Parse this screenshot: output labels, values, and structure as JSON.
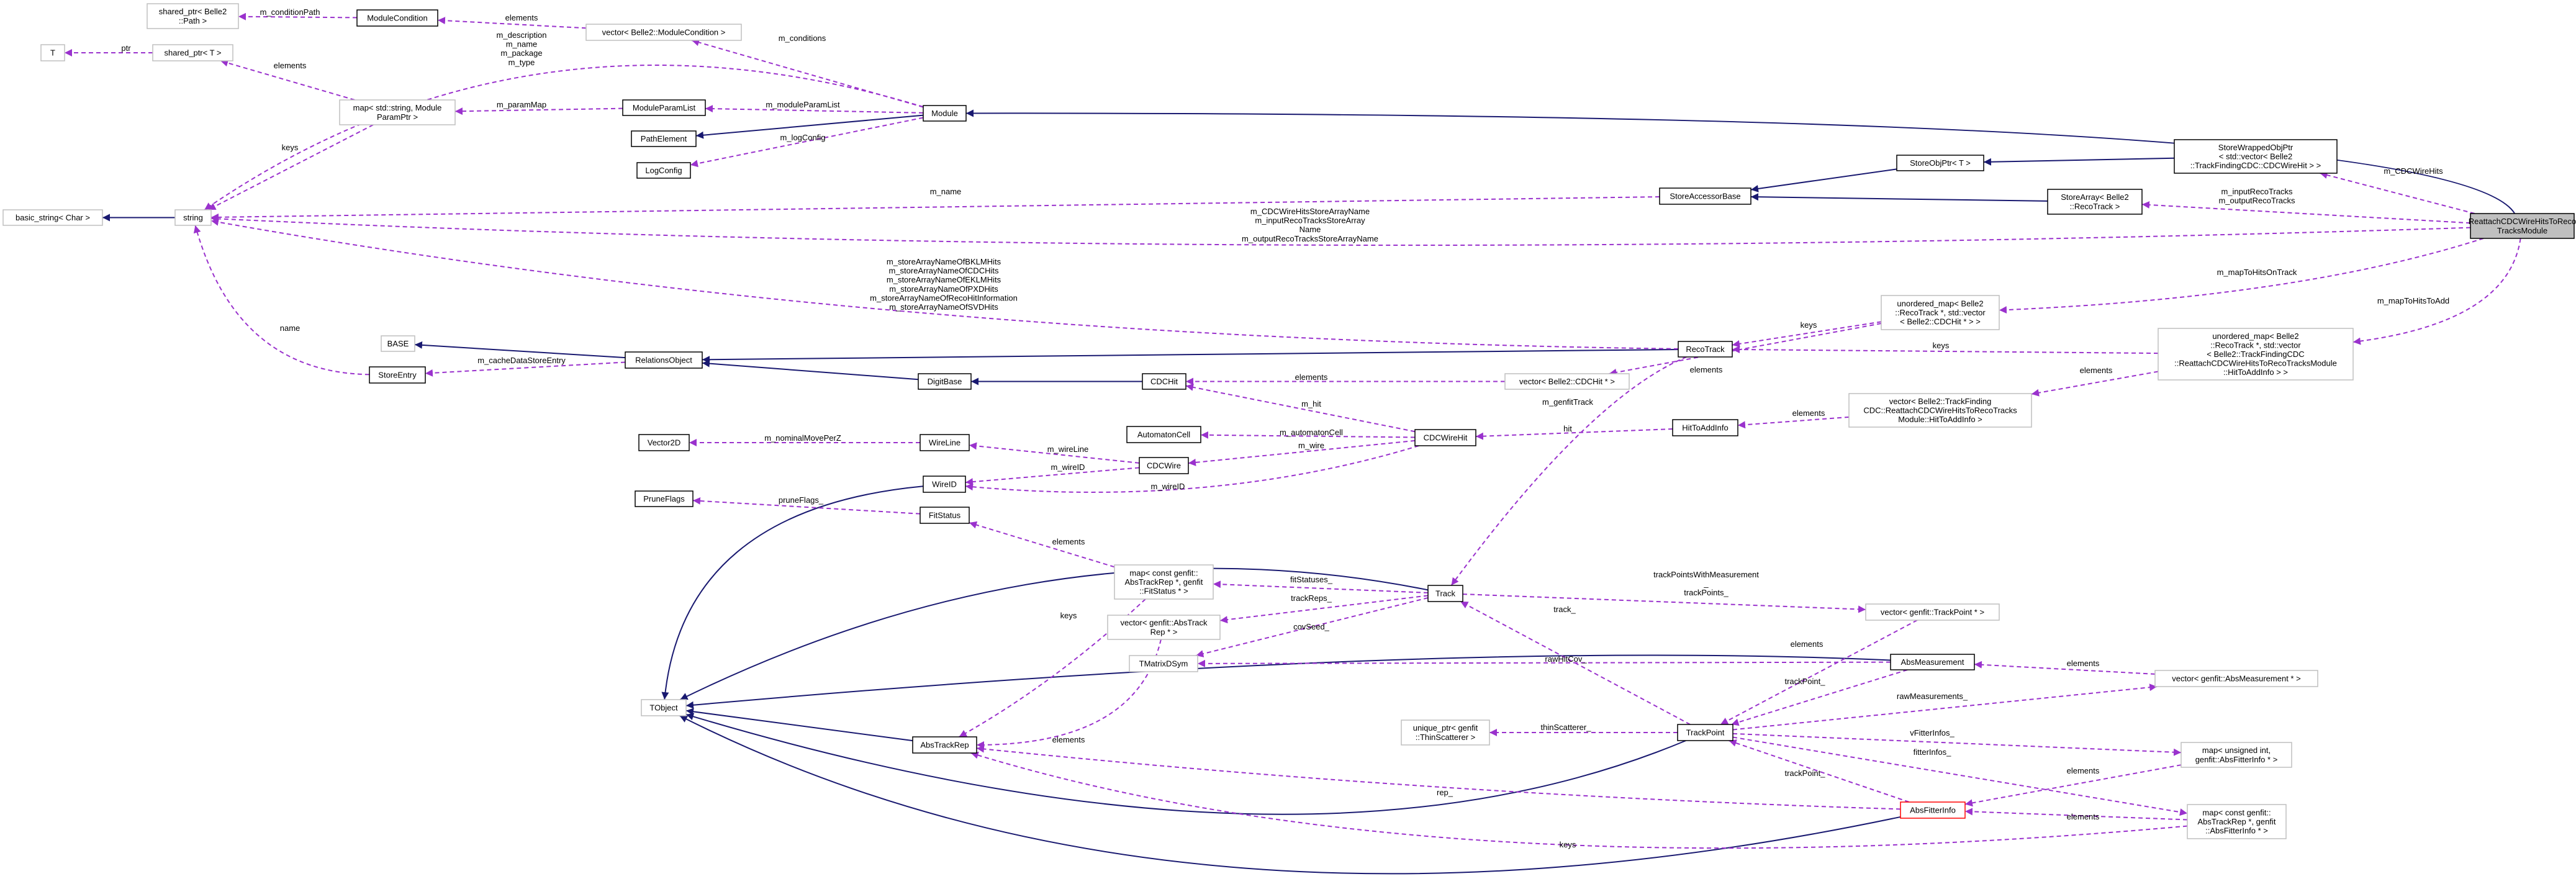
{
  "colors": {
    "inheritance_edge": "#191970",
    "usage_edge": "#9a32cd",
    "documented_border": "#000000",
    "undocumented_border": "#bfbfbf",
    "focus_fill": "#bfbfbf",
    "incomplete_border": "#ff0000"
  },
  "nodes": [
    {
      "lines": [
        "shared_ptr< Belle2",
        "::Path >"
      ],
      "style": "undocumented"
    },
    {
      "lines": [
        "ModuleCondition"
      ],
      "style": "documented"
    },
    {
      "lines": [
        "vector< Belle2::ModuleCondition >"
      ],
      "style": "undocumented"
    },
    {
      "lines": [
        "T"
      ],
      "style": "undocumented"
    },
    {
      "lines": [
        "shared_ptr< T >"
      ],
      "style": "undocumented"
    },
    {
      "lines": [
        "map< std::string, Module",
        "ParamPtr >"
      ],
      "style": "undocumented"
    },
    {
      "lines": [
        "ModuleParamList"
      ],
      "style": "documented"
    },
    {
      "lines": [
        "PathElement"
      ],
      "style": "documented"
    },
    {
      "lines": [
        "LogConfig"
      ],
      "style": "documented"
    },
    {
      "lines": [
        "basic_string< Char >"
      ],
      "style": "undocumented"
    },
    {
      "lines": [
        "string"
      ],
      "style": "undocumented"
    },
    {
      "lines": [
        "BASE"
      ],
      "style": "undocumented"
    },
    {
      "lines": [
        "Module"
      ],
      "style": "documented"
    },
    {
      "lines": [
        "StoreAccessorBase"
      ],
      "style": "documented"
    },
    {
      "lines": [
        "StoreObjPtr< T >"
      ],
      "style": "documented"
    },
    {
      "lines": [
        "StoreWrappedObjPtr",
        "< std::vector< Belle2",
        "::TrackFindingCDC::CDCWireHit > >"
      ],
      "style": "documented"
    },
    {
      "lines": [
        "StoreArray< Belle2",
        "::RecoTrack >"
      ],
      "style": "documented"
    },
    {
      "lines": [
        "ReattachCDCWireHitsToReco",
        "TracksModule"
      ],
      "style": "focus"
    },
    {
      "lines": [
        "RelationsObject"
      ],
      "style": "documented"
    },
    {
      "lines": [
        "StoreEntry"
      ],
      "style": "documented"
    },
    {
      "lines": [
        "RecoTrack"
      ],
      "style": "documented"
    },
    {
      "lines": [
        "unordered_map< Belle2",
        "::RecoTrack *, std::vector",
        "< Belle2::CDCHit * > >"
      ],
      "style": "undocumented"
    },
    {
      "lines": [
        "unordered_map< Belle2",
        "::RecoTrack *, std::vector",
        "< Belle2::TrackFindingCDC",
        "::ReattachCDCWireHitsToRecoTracksModule",
        "::HitToAddInfo > >"
      ],
      "style": "undocumented"
    },
    {
      "lines": [
        "vector< Belle2::TrackFinding",
        "CDC::ReattachCDCWireHitsToRecoTracks",
        "Module::HitToAddInfo >"
      ],
      "style": "undocumented"
    },
    {
      "lines": [
        "DigitBase"
      ],
      "style": "documented"
    },
    {
      "lines": [
        "CDCHit"
      ],
      "style": "documented"
    },
    {
      "lines": [
        "vector< Belle2::CDCHit * >"
      ],
      "style": "undocumented"
    },
    {
      "lines": [
        "AutomatonCell"
      ],
      "style": "documented"
    },
    {
      "lines": [
        "WireLine"
      ],
      "style": "documented"
    },
    {
      "lines": [
        "CDCWireHit"
      ],
      "style": "documented"
    },
    {
      "lines": [
        "HitToAddInfo"
      ],
      "style": "documented"
    },
    {
      "lines": [
        "CDCWire"
      ],
      "style": "documented"
    },
    {
      "lines": [
        "WireID"
      ],
      "style": "documented"
    },
    {
      "lines": [
        "Vector2D"
      ],
      "style": "documented"
    },
    {
      "lines": [
        "PruneFlags"
      ],
      "style": "documented"
    },
    {
      "lines": [
        "FitStatus"
      ],
      "style": "documented"
    },
    {
      "lines": [
        "map< const genfit::",
        "AbsTrackRep *, genfit",
        "::FitStatus * >"
      ],
      "style": "undocumented"
    },
    {
      "lines": [
        "Track"
      ],
      "style": "documented"
    },
    {
      "lines": [
        "vector< genfit::AbsTrack",
        "Rep * >"
      ],
      "style": "undocumented"
    },
    {
      "lines": [
        "TObject"
      ],
      "style": "undocumented"
    },
    {
      "lines": [
        "AbsTrackRep"
      ],
      "style": "documented"
    },
    {
      "lines": [
        "TMatrixDSym"
      ],
      "style": "undocumented"
    },
    {
      "lines": [
        "unique_ptr< genfit",
        "::ThinScatterer >"
      ],
      "style": "undocumented"
    },
    {
      "lines": [
        "vector< genfit::TrackPoint * >"
      ],
      "style": "undocumented"
    },
    {
      "lines": [
        "AbsMeasurement"
      ],
      "style": "documented"
    },
    {
      "lines": [
        "vector< genfit::AbsMeasurement * >"
      ],
      "style": "undocumented"
    },
    {
      "lines": [
        "TrackPoint"
      ],
      "style": "documented"
    },
    {
      "lines": [
        "map< unsigned int,",
        "genfit::AbsFitterInfo * >"
      ],
      "style": "undocumented"
    },
    {
      "lines": [
        "AbsFitterInfo"
      ],
      "style": "incomplete"
    },
    {
      "lines": [
        "map< const genfit::",
        "AbsTrackRep *, genfit",
        "::AbsFitterInfo * >"
      ],
      "style": "undocumented"
    }
  ],
  "associations": [
    {
      "from": 1,
      "to": 0,
      "label": [
        "m_conditionPath"
      ]
    },
    {
      "from": 2,
      "to": 1,
      "label": [
        "elements"
      ]
    },
    {
      "from": 12,
      "to": 2,
      "label": [
        "m_conditions"
      ]
    },
    {
      "from": 4,
      "to": 3,
      "label": [
        "ptr"
      ]
    },
    {
      "from": 5,
      "to": 4,
      "label": [
        "elements"
      ]
    },
    {
      "from": 12,
      "to": 10,
      "label": [
        "m_description",
        "m_name",
        "m_package",
        "m_type"
      ]
    },
    {
      "from": 6,
      "to": 5,
      "label": [
        "m_paramMap"
      ]
    },
    {
      "from": 12,
      "to": 6,
      "label": [
        "m_moduleParamList"
      ]
    },
    {
      "from": 12,
      "to": 8,
      "label": [
        "m_logConfig"
      ]
    },
    {
      "from": 5,
      "to": 10,
      "label": [
        "keys"
      ]
    },
    {
      "from": 13,
      "to": 10,
      "label": [
        "m_name"
      ]
    },
    {
      "from": 17,
      "to": 10,
      "label": [
        "m_CDCWireHitsStoreArrayName",
        "m_inputRecoTracksStoreArray",
        "Name",
        "m_outputRecoTracksStoreArrayName"
      ]
    },
    {
      "from": 20,
      "to": 10,
      "label": [
        "m_storeArrayNameOfBKLMHits",
        "m_storeArrayNameOfCDCHits",
        "m_storeArrayNameOfEKLMHits",
        "m_storeArrayNameOfPXDHits",
        "m_storeArrayNameOfRecoHitInformation",
        "m_storeArrayNameOfSVDHits"
      ]
    },
    {
      "from": 19,
      "to": 10,
      "label": [
        "name"
      ]
    },
    {
      "from": 18,
      "to": 19,
      "label": [
        "m_cacheDataStoreEntry"
      ]
    },
    {
      "from": 17,
      "to": 15,
      "label": [
        "m_CDCWireHits"
      ]
    },
    {
      "from": 17,
      "to": 16,
      "label": [
        "m_inputRecoTracks",
        "m_outputRecoTracks"
      ]
    },
    {
      "from": 17,
      "to": 21,
      "label": [
        "m_mapToHitsOnTrack"
      ]
    },
    {
      "from": 17,
      "to": 22,
      "label": [
        "m_mapToHitsToAdd"
      ]
    },
    {
      "from": 21,
      "to": 20,
      "label": [
        "keys"
      ]
    },
    {
      "from": 22,
      "to": 20,
      "label": [
        "keys"
      ]
    },
    {
      "from": 21,
      "to": 26,
      "label": [
        "elements"
      ]
    },
    {
      "from": 22,
      "to": 23,
      "label": [
        "elements"
      ]
    },
    {
      "from": 23,
      "to": 30,
      "label": [
        "elements"
      ]
    },
    {
      "from": 30,
      "to": 29,
      "label": [
        "hit"
      ]
    },
    {
      "from": 26,
      "to": 25,
      "label": [
        "elements"
      ]
    },
    {
      "from": 29,
      "to": 25,
      "label": [
        "m_hit"
      ]
    },
    {
      "from": 29,
      "to": 27,
      "label": [
        "m_automatonCell"
      ]
    },
    {
      "from": 29,
      "to": 31,
      "label": [
        "m_wire"
      ]
    },
    {
      "from": 29,
      "to": 32,
      "label": [
        "m_wireID"
      ]
    },
    {
      "from": 31,
      "to": 28,
      "label": [
        "m_wireLine"
      ]
    },
    {
      "from": 31,
      "to": 32,
      "label": [
        "m_wireID"
      ]
    },
    {
      "from": 28,
      "to": 33,
      "label": [
        "m_nominalMovePerZ"
      ]
    },
    {
      "from": 20,
      "to": 37,
      "label": [
        "m_genfitTrack"
      ]
    },
    {
      "from": 35,
      "to": 34,
      "label": [
        "pruneFlags_"
      ]
    },
    {
      "from": 36,
      "to": 35,
      "label": [
        "elements"
      ]
    },
    {
      "from": 36,
      "to": 40,
      "label": [
        "keys"
      ]
    },
    {
      "from": 37,
      "to": 36,
      "label": [
        "fitStatuses_"
      ]
    },
    {
      "from": 37,
      "to": 38,
      "label": [
        "trackReps_"
      ]
    },
    {
      "from": 38,
      "to": 40,
      "label": [
        "elements"
      ]
    },
    {
      "from": 37,
      "to": 41,
      "label": [
        "covSeed_"
      ]
    },
    {
      "from": 37,
      "to": 43,
      "label": [
        "trackPointsWithMeasurement",
        "_",
        "trackPoints_"
      ]
    },
    {
      "from": 46,
      "to": 37,
      "label": [
        "track_"
      ]
    },
    {
      "from": 43,
      "to": 46,
      "label": [
        "elements"
      ]
    },
    {
      "from": 44,
      "to": 41,
      "label": [
        "rawHitCov_"
      ]
    },
    {
      "from": 44,
      "to": 46,
      "label": [
        "trackPoint_"
      ]
    },
    {
      "from": 45,
      "to": 44,
      "label": [
        "elements"
      ]
    },
    {
      "from": 46,
      "to": 45,
      "label": [
        "rawMeasurements_"
      ]
    },
    {
      "from": 46,
      "to": 42,
      "label": [
        "thinScatterer_"
      ]
    },
    {
      "from": 46,
      "to": 47,
      "label": [
        "vFitterInfos_"
      ]
    },
    {
      "from": 46,
      "to": 49,
      "label": [
        "fitterInfos_"
      ]
    },
    {
      "from": 48,
      "to": 46,
      "label": [
        "trackPoint_"
      ]
    },
    {
      "from": 48,
      "to": 40,
      "label": [
        "rep_"
      ]
    },
    {
      "from": 47,
      "to": 48,
      "label": [
        "elements"
      ]
    },
    {
      "from": 49,
      "to": 48,
      "label": [
        "elements"
      ]
    },
    {
      "from": 49,
      "to": 40,
      "label": [
        "keys"
      ]
    }
  ],
  "inheritance": [
    {
      "from": 10,
      "to": 9
    },
    {
      "from": 12,
      "to": 7
    },
    {
      "from": 17,
      "to": 12
    },
    {
      "from": 14,
      "to": 13
    },
    {
      "from": 15,
      "to": 14
    },
    {
      "from": 16,
      "to": 13
    },
    {
      "from": 18,
      "to": 11
    },
    {
      "from": 20,
      "to": 18
    },
    {
      "from": 24,
      "to": 18
    },
    {
      "from": 25,
      "to": 24
    },
    {
      "from": 32,
      "to": 39
    },
    {
      "from": 37,
      "to": 39
    },
    {
      "from": 44,
      "to": 39
    },
    {
      "from": 40,
      "to": 39
    },
    {
      "from": 46,
      "to": 39
    },
    {
      "from": 48,
      "to": 39
    }
  ]
}
